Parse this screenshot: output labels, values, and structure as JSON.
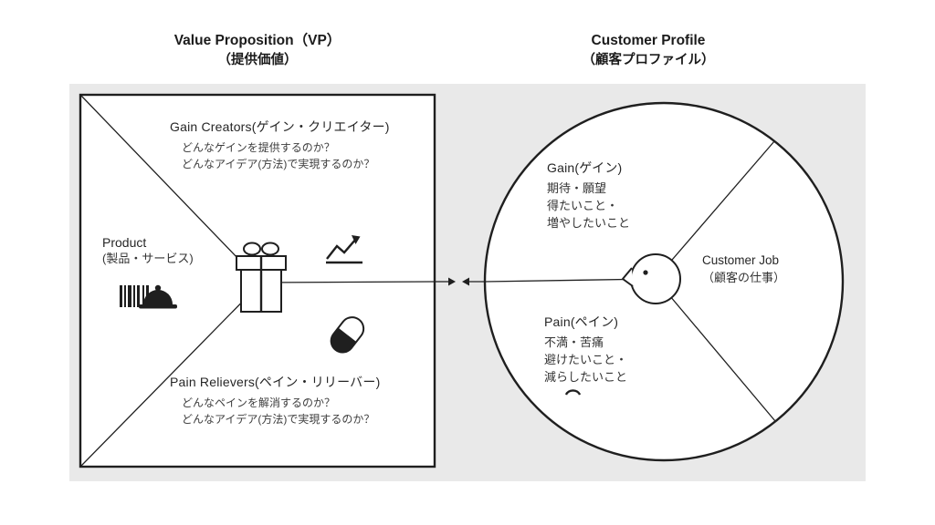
{
  "titles": {
    "vp": {
      "title": "Value Proposition（VP）",
      "subtitle": "（提供価値）"
    },
    "customer": {
      "title": "Customer Profile",
      "subtitle": "（顧客プロファイル）"
    }
  },
  "vp": {
    "gain_creators": {
      "title": "Gain Creators(ゲイン・クリエイター)",
      "lines": [
        "どんなゲインを提供するのか？",
        "どんなアイデア(方法)で実現するのか？"
      ]
    },
    "product": {
      "title": "Product",
      "subtitle": "(製品・サービス)"
    },
    "pain_relievers": {
      "title": "Pain Relievers(ペイン・リリーバー)",
      "lines": [
        "どんなペインを解消するのか？",
        "どんなアイデア(方法)で実現するのか？"
      ]
    }
  },
  "customer": {
    "gain": {
      "title": "Gain(ゲイン)",
      "lines": [
        "期待・願望",
        "得たいこと・",
        "増やしたいこと"
      ]
    },
    "job": {
      "title": "Customer Job",
      "subtitle": "（顧客の仕事）"
    },
    "pain": {
      "title": "Pain(ペイン)",
      "lines": [
        "不満・苦痛",
        "避けたいこと・",
        "減らしたいこと"
      ]
    }
  },
  "icons": {
    "gift": "gift-box-icon",
    "chart": "trend-chart-icon",
    "pill": "pill-icon",
    "barcode": "barcode-icon",
    "bell": "service-bell-icon",
    "face": "customer-face-icon",
    "frown": "frown-icon",
    "arrows": "left-right-arrows-icon"
  },
  "colors": {
    "panel_bg": "#e9e9e9",
    "line": "#1f1f1f",
    "title_text": "#1b1b1b",
    "body_text": "#3d3d3d"
  }
}
